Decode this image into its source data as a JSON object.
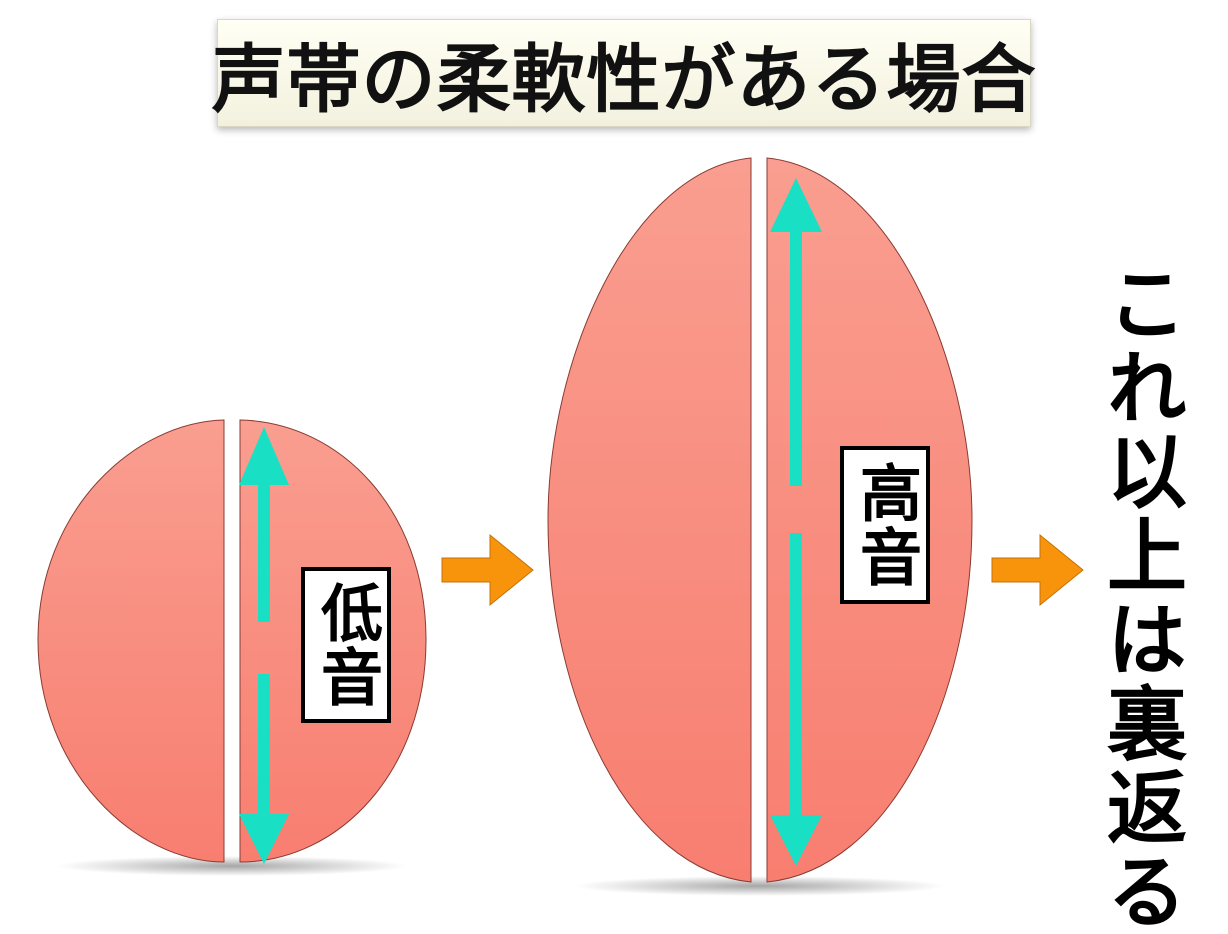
{
  "title": "声帯の柔軟性がある場合",
  "low_label": "低音",
  "high_label": "高音",
  "side_text": "これ以上は裏返る",
  "colors": {
    "fold_top": "#f99e90",
    "fold_bottom": "#f87e70",
    "arrow": "#19dfc4",
    "flow_arrow": "#f7940c",
    "title_bg": "#fbfaeb"
  },
  "icons": [
    "double-arrow-icon",
    "right-arrow-icon"
  ]
}
